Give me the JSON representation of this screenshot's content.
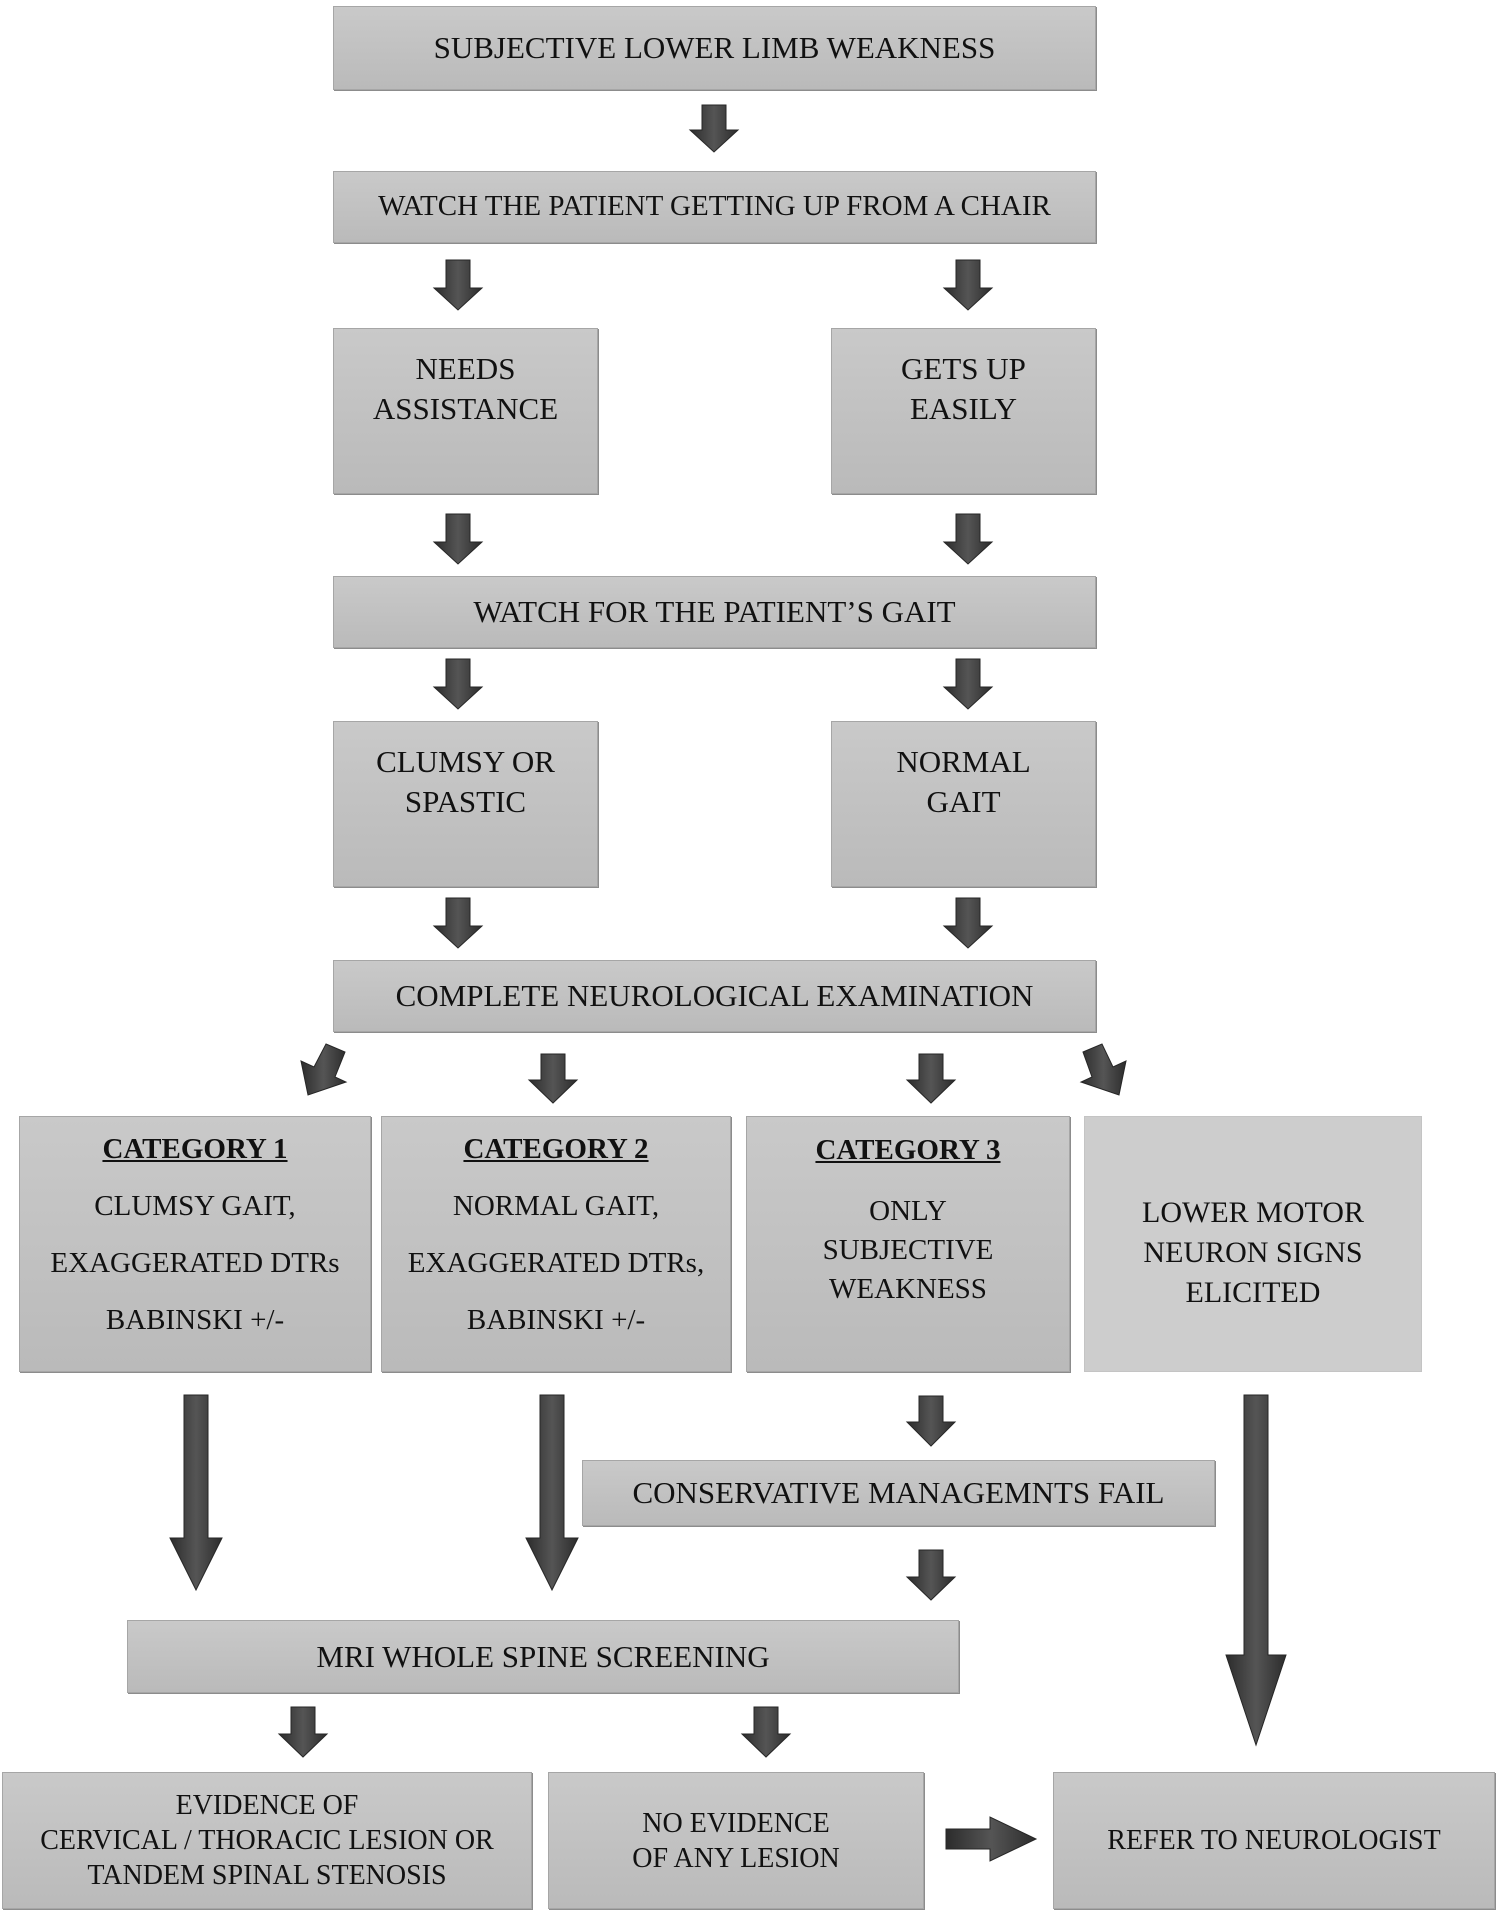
{
  "nodes": {
    "start": [
      "SUBJECTIVE LOWER LIMB WEAKNESS"
    ],
    "watch_chair": [
      "WATCH THE PATIENT GETTING UP FROM A CHAIR"
    ],
    "needs_assistance": [
      "NEEDS",
      "ASSISTANCE"
    ],
    "gets_up_easily": [
      "GETS UP",
      "EASILY"
    ],
    "watch_gait": [
      "WATCH FOR THE PATIENT’S GAIT"
    ],
    "clumsy_spastic": [
      "CLUMSY OR",
      "SPASTIC"
    ],
    "normal_gait": [
      "NORMAL",
      "GAIT"
    ],
    "neuro_exam": [
      "COMPLETE NEUROLOGICAL EXAMINATION"
    ],
    "category1": {
      "title": "CATEGORY 1",
      "lines": [
        "CLUMSY GAIT,",
        "EXAGGERATED DTRs",
        "BABINSKI +/-"
      ]
    },
    "category2": {
      "title": "CATEGORY 2",
      "lines": [
        "NORMAL GAIT,",
        "EXAGGERATED DTRs,",
        "BABINSKI +/-"
      ]
    },
    "category3": {
      "title": "CATEGORY 3",
      "lines": [
        "ONLY",
        "SUBJECTIVE",
        "WEAKNESS"
      ]
    },
    "lmn_signs": [
      "LOWER MOTOR",
      "NEURON SIGNS",
      "ELICITED"
    ],
    "conservative_fail": [
      "CONSERVATIVE MANAGEMNTS FAIL"
    ],
    "mri": [
      "MRI WHOLE SPINE SCREENING"
    ],
    "evidence": [
      "EVIDENCE OF",
      "CERVICAL / THORACIC LESION OR",
      "TANDEM SPINAL STENOSIS"
    ],
    "no_evidence": [
      "NO EVIDENCE",
      "OF ANY LESION"
    ],
    "refer": [
      "REFER TO NEUROLOGIST"
    ]
  },
  "colors": {
    "box_fill": "#bebebe",
    "box_fill_light": "#cdcdcd",
    "box_border": "#a6a6a6",
    "arrow_fill": "#404040",
    "text": "#111111"
  }
}
